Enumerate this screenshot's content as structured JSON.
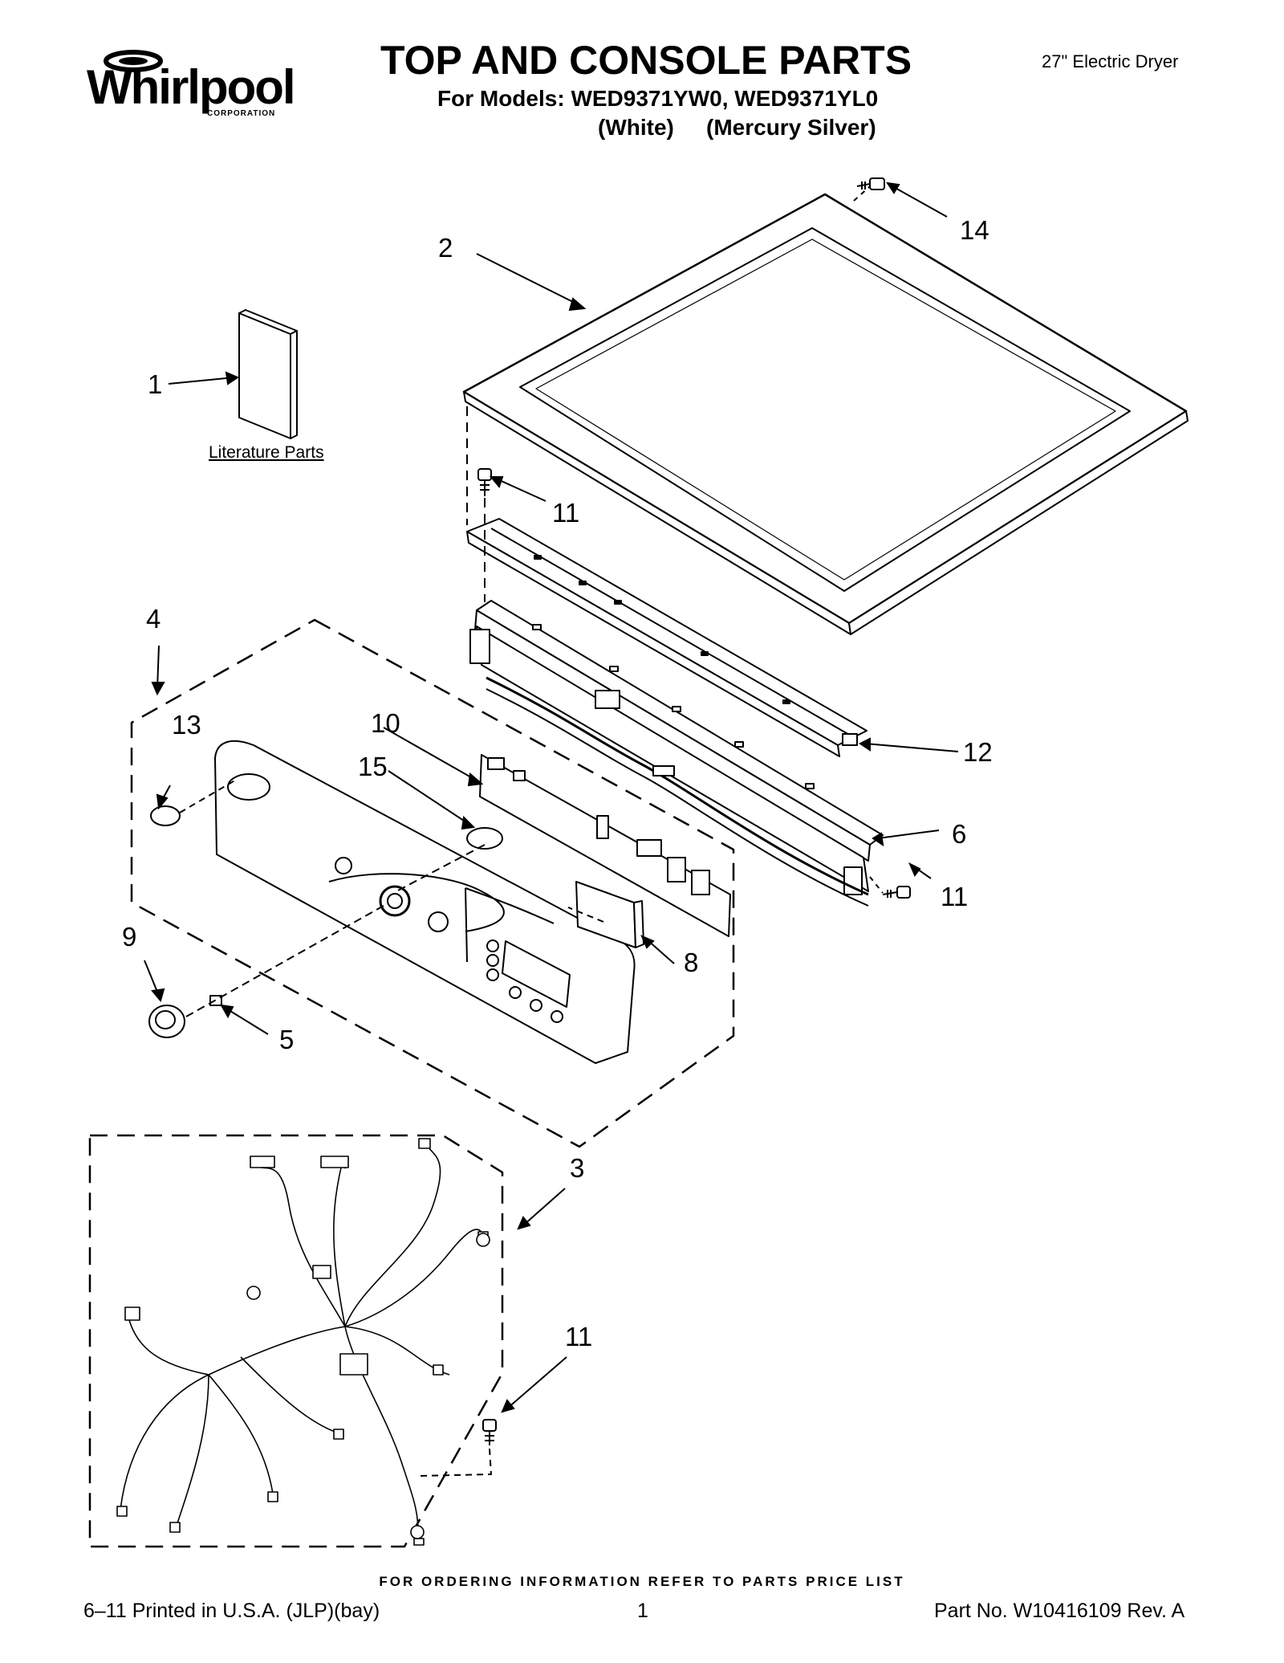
{
  "brand": {
    "name": "Whirlpool",
    "sub": "CORPORATION"
  },
  "header": {
    "title": "TOP AND CONSOLE PARTS",
    "models": "For Models: WED9371YW0, WED9371YL0",
    "variant_white": "(White)",
    "variant_silver": "(Mercury Silver)",
    "product": "27\" Electric Dryer"
  },
  "diagram": {
    "callouts": {
      "c1": "1",
      "c2": "2",
      "c3": "3",
      "c4": "4",
      "c5": "5",
      "c6": "6",
      "c8": "8",
      "c9": "9",
      "c10": "10",
      "c11a": "11",
      "c11b": "11",
      "c11c": "11",
      "c12": "12",
      "c13": "13",
      "c14": "14",
      "c15": "15"
    },
    "literature_label": "Literature Parts"
  },
  "footer": {
    "ordering": "FOR ORDERING INFORMATION REFER TO PARTS PRICE LIST",
    "printed": "6–11 Printed in U.S.A. (JLP)(bay)",
    "page": "1",
    "part_no": "Part No. W10416109 Rev. A"
  }
}
